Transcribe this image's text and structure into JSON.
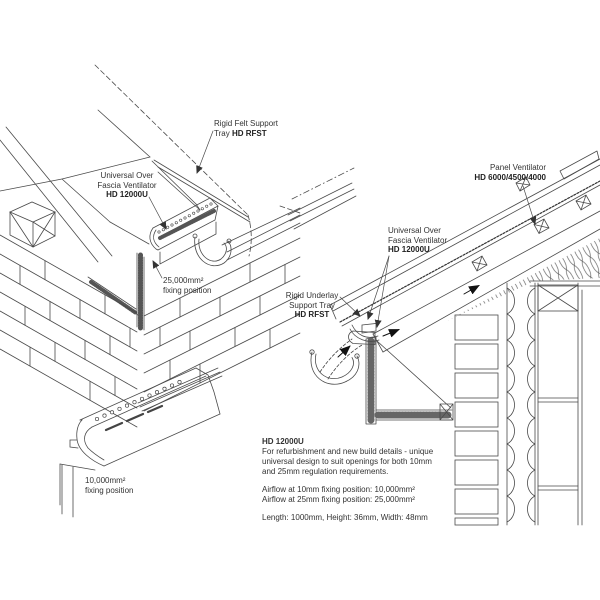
{
  "page": {
    "background": "#ffffff",
    "line_color": "#4a4a4a",
    "text_color": "#333333"
  },
  "labels": {
    "rigid_felt_support": {
      "line1": "Rigid Felt Support",
      "line2_prefix": "Tray ",
      "code": "HD RFST"
    },
    "universal_over_left": {
      "line1": "Universal Over",
      "line2": "Fascia Ventilator",
      "code": "HD 12000U"
    },
    "fixing_position_25000": {
      "line1": "25,000mm²",
      "line2": "fixing position"
    },
    "panel_ventilator": {
      "line1": "Panel Ventilator",
      "code": "HD 6000/4500/4000"
    },
    "universal_over_right": {
      "line1": "Universal Over",
      "line2": "Fascia Ventilator",
      "code": "HD 12000U"
    },
    "rigid_underlay": {
      "line1": "Rigid Underlay",
      "line2": "Support Tray",
      "code": "HD RFST"
    },
    "fixing_position_10000": {
      "line1": "10,000mm²",
      "line2": "fixing position"
    }
  },
  "description": {
    "title": "HD 12000U",
    "body_line1": "For refurbishment and new build details - unique",
    "body_line2": "universal design to suit openings for both 10mm",
    "body_line3": "and 25mm regulation requirements.",
    "airflow_line1": "Airflow at 10mm fixing position: 10,000mm²",
    "airflow_line2": "Airflow at 25mm fixing position: 25,000mm²",
    "dimensions": "Length: 1000mm, Height: 36mm, Width: 48mm"
  }
}
